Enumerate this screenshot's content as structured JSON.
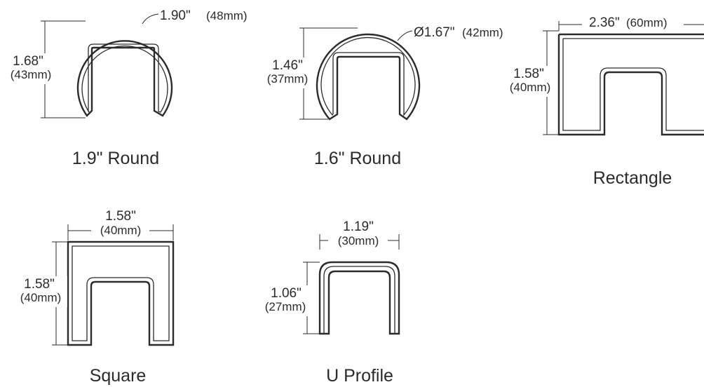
{
  "profiles": [
    {
      "name": "1.9\" Round",
      "width_label": "1.90\"",
      "width_metric": "(48mm)",
      "height_label": "1.68\"",
      "height_metric": "(43mm)"
    },
    {
      "name": "1.6\" Round",
      "width_label": "Ø1.67\"",
      "width_metric": "(42mm)",
      "height_label": "1.46\"",
      "height_metric": "(37mm)"
    },
    {
      "name": "Rectangle",
      "width_label": "2.36\"",
      "width_metric": "(60mm)",
      "height_label": "1.58\"",
      "height_metric": "(40mm)"
    },
    {
      "name": "Square",
      "width_label": "1.58\"",
      "width_metric": "(40mm)",
      "height_label": "1.58\"",
      "height_metric": "(40mm)"
    },
    {
      "name": "U Profile",
      "width_label": "1.19\"",
      "width_metric": "(30mm)",
      "height_label": "1.06\"",
      "height_metric": "(27mm)"
    }
  ]
}
